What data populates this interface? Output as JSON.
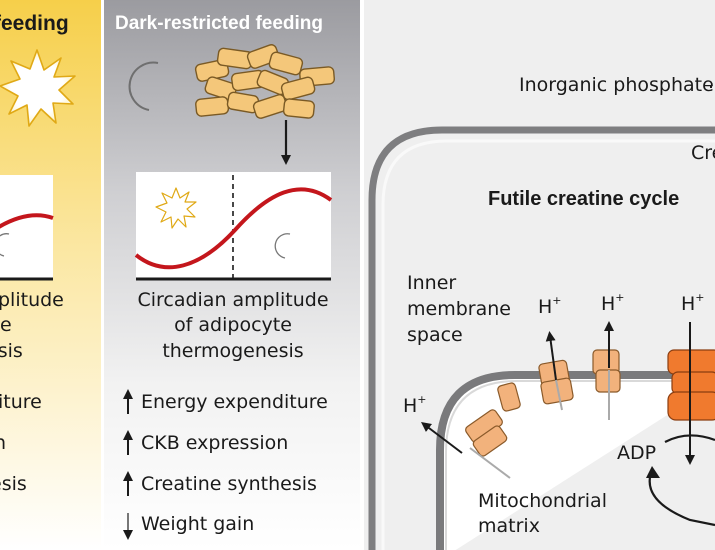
{
  "left_panel": {
    "title_fragment": "feeding",
    "amplitude_lines": [
      "plitude",
      "e",
      "esis"
    ],
    "effects": [
      "iture",
      "n",
      "esis"
    ]
  },
  "middle_panel": {
    "title": "Dark-restricted feeding",
    "amplitude_lines": [
      "Circadian amplitude",
      "of adipocyte",
      "thermogenesis"
    ],
    "effects": [
      {
        "direction": "up",
        "label": "Energy expenditure"
      },
      {
        "direction": "up",
        "label": "CKB expression"
      },
      {
        "direction": "up",
        "label": "Creatine synthesis"
      },
      {
        "direction": "down",
        "label": "Weight gain"
      }
    ]
  },
  "cell_panel": {
    "inorganic_phosphate": "Inorganic phosphate",
    "creatine_fragment": "Cre",
    "cycle_title": "Futile creatine cycle",
    "inner_membrane": [
      "Inner",
      "membrane",
      "space"
    ],
    "mitochondrial_matrix": [
      "Mitochondrial",
      "matrix"
    ],
    "adp": "ADP",
    "proton": "H",
    "proton_charge": "+"
  },
  "colors": {
    "yellow_panel": "#f8d763",
    "grey_panel": "#a9a9ad",
    "red_curve": "#c4161c",
    "protein_tan": "#f2b27c",
    "protein_orange": "#f07a2e",
    "food_pellet": "#f4c77a"
  }
}
